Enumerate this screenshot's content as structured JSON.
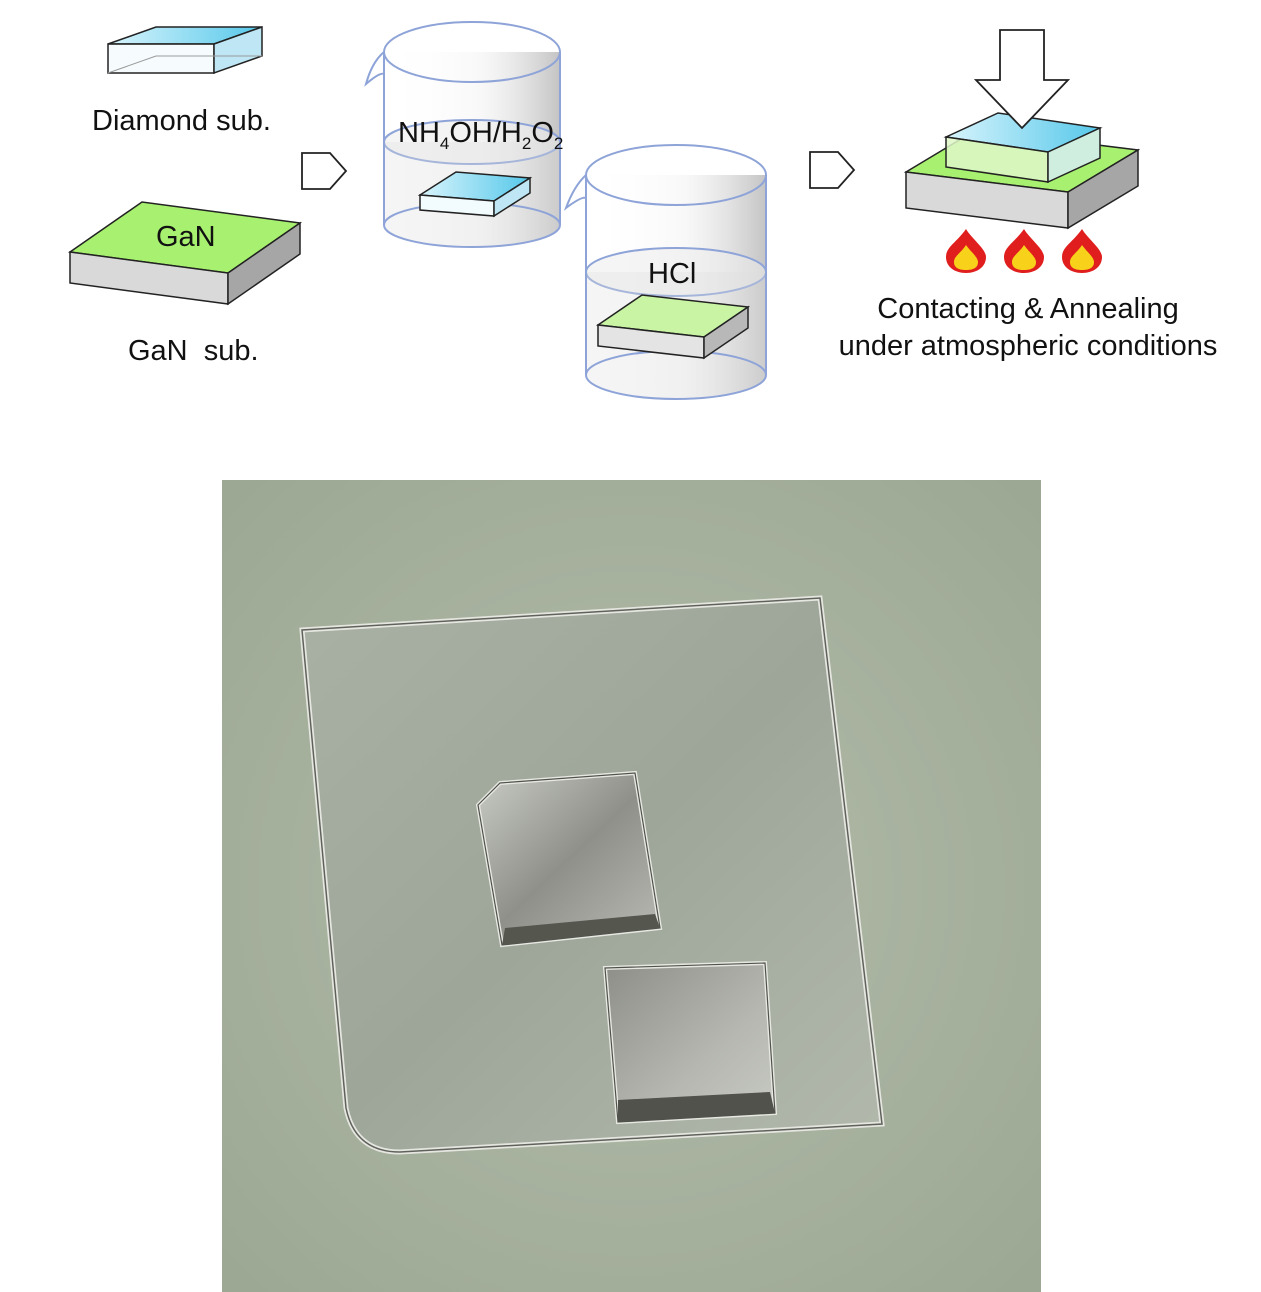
{
  "labels": {
    "diamond": "Diamond sub.",
    "gan_top": "GaN",
    "gan_sub": "GaN  sub.",
    "beaker1_main1": "NH",
    "beaker1_sub1": "4",
    "beaker1_main2": "OH/H",
    "beaker1_sub2": "2",
    "beaker1_main3": "O",
    "beaker1_sub3": "2",
    "beaker2": "HCl",
    "step3_line1": "Contacting & Annealing",
    "step3_line2": "under atmospheric conditions"
  },
  "colors": {
    "diamond_top": "#56c8ea",
    "gan_top": "#a8f070",
    "substrate_side": "#d9d9d9",
    "flame_outer": "#e01e1e",
    "flame_inner": "#f8d21a",
    "beaker_edge": "#8ea4d8",
    "photo_background": "#a7b1a0"
  },
  "icons": [
    "process-arrow-icon",
    "beaker-icon",
    "press-arrow-icon",
    "flame-icon"
  ]
}
